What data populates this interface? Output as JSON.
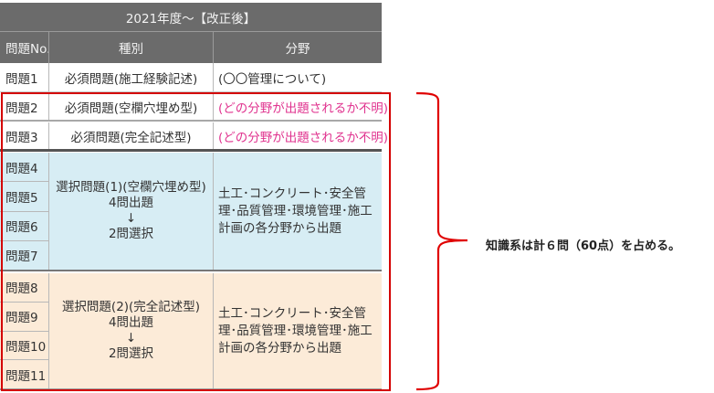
{
  "table": {
    "title": "2021年度～【改正後】",
    "headers": [
      "問題No.",
      "種別",
      "分野"
    ],
    "rows": [
      {
        "no": "問題1",
        "kind": "必須問題(施工経験記述)",
        "field": "(〇〇管理について)"
      },
      {
        "no": "問題2",
        "kind": "必須問題(空欄穴埋め型)",
        "field": "(どの分野が出題されるか不明)"
      },
      {
        "no": "問題3",
        "kind": "必須問題(完全記述型)",
        "field": "(どの分野が出題されるか不明)"
      }
    ],
    "groups": [
      {
        "nos": [
          "問題4",
          "問題5",
          "問題6",
          "問題7"
        ],
        "kind_lines": [
          "選択問題(1)(空欄穴埋め型)",
          "4問出題",
          "↓",
          "2問選択"
        ],
        "field": "土工･コンクリート･安全管理･品質管理･環境管理･施工計画の各分野から出題",
        "bg": "#d7edf4"
      },
      {
        "nos": [
          "問題8",
          "問題9",
          "問題10",
          "問題11"
        ],
        "kind_lines": [
          "選択問題(2)(完全記述型)",
          "4問出題",
          "↓",
          "2問選択"
        ],
        "field": "土工･コンクリート･安全管理･品質管理･環境管理･施工計画の各分野から出題",
        "bg": "#fcebd8"
      }
    ]
  },
  "annotation": {
    "note": "知識系は計６問（60点）を占める。",
    "highlight_color": "#d40000",
    "unknown_color": "#e0338f"
  }
}
